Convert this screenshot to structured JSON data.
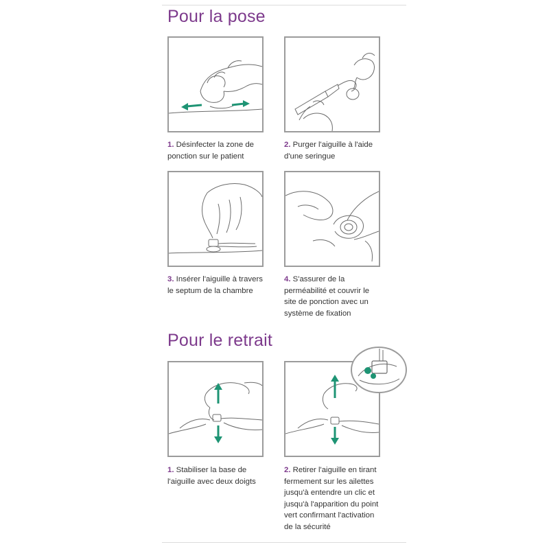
{
  "colors": {
    "accent": "#7d3a8c",
    "arrow": "#1e9474",
    "border": "#9b9b9b",
    "text": "#333333"
  },
  "pose": {
    "title": "Pour la pose",
    "steps": [
      {
        "num": "1.",
        "lines": [
          "Désinfecter la zone de",
          "ponction sur le patient"
        ],
        "icon": "skin-disinfection-illustration"
      },
      {
        "num": "2.",
        "lines": [
          "Purger l'aiguille à l'aide",
          "d'une seringue"
        ],
        "icon": "syringe-purge-illustration"
      },
      {
        "num": "3.",
        "lines": [
          "Insérer l'aiguille à travers",
          "le septum de la chambre"
        ],
        "icon": "needle-insertion-illustration"
      },
      {
        "num": "4.",
        "lines": [
          "S'assurer de la",
          "perméabilité et couvrir le",
          "site de ponction avec un",
          "système de fixation"
        ],
        "icon": "dressing-fixation-illustration"
      }
    ]
  },
  "retrait": {
    "title": "Pour le retrait",
    "steps": [
      {
        "num": "1.",
        "lines": [
          "Stabiliser la base de",
          "l'aiguille avec deux doigts"
        ],
        "icon": "stabilize-base-illustration"
      },
      {
        "num": "2.",
        "lines": [
          "Retirer l'aiguille en tirant",
          "fermement sur les ailettes",
          "jusqu'à entendre un clic et",
          "jusqu'à l'apparition du point",
          "vert confirmant l'activation",
          "de la sécurité"
        ],
        "icon": "needle-removal-illustration"
      }
    ]
  }
}
